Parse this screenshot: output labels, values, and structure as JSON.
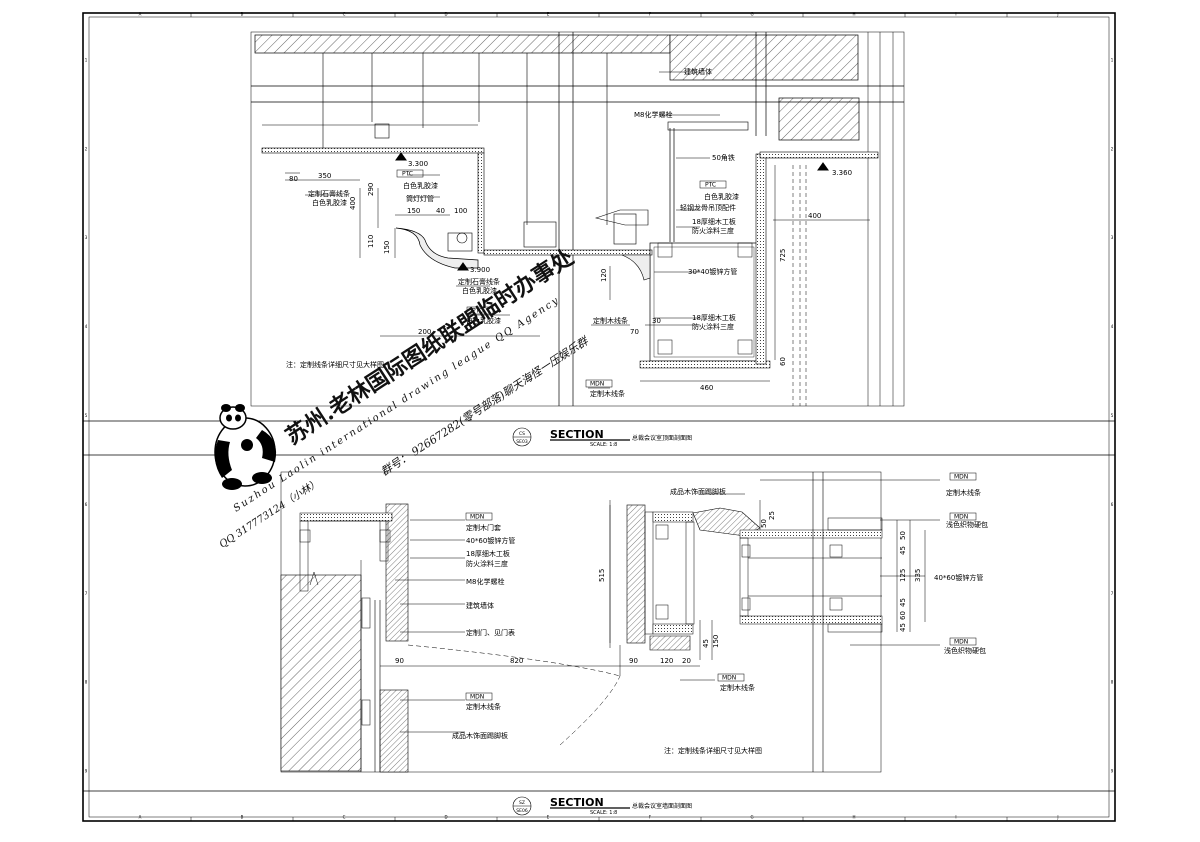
{
  "border": {
    "columns_top": [
      "A",
      "B",
      "C",
      "D",
      "E",
      "F",
      "G",
      "H",
      "I",
      "J"
    ],
    "rows_left": [
      "1",
      "2",
      "3",
      "4",
      "5",
      "6",
      "7",
      "8",
      "9"
    ]
  },
  "section_top": {
    "title": "SECTION",
    "scale": "SCALE: 1:8",
    "name": "总裁会议室顶面剖面图",
    "bubble_top": "CS",
    "bubble_bottom": "SE03",
    "note": "注：定制线条详细尺寸见大样图",
    "labels": {
      "building_wall": "建筑墙体",
      "m8_bolt": "M8化学螺栓",
      "angle_steel": "50角铁",
      "white_latex_1": "白色乳胶漆",
      "light_steel": "轻钢龙骨吊顶配件",
      "board18": "18厚细木工板",
      "fireproof": "防火涂料三度",
      "tube3040": "30*40镀锌方管",
      "wood_line_1": "定制木线条",
      "gypsum_line_1": "定制石膏线条",
      "white_latex_2": "白色乳胶漆",
      "white_latex_3": "白色乳胶漆",
      "down_light": "筒灯灯管",
      "gypsum_line_2": "定制石膏线条",
      "white_latex_4": "白色乳胶漆",
      "white_latex_5": "白色乳胶漆",
      "wood_line_2": "定制木线条",
      "wood_line_3": "定制木线条",
      "board_layer": "18厚细木工板",
      "fireproof_2": "防火涂料三度",
      "tag_ptc": "PTC",
      "tag_mdn": "MDN"
    },
    "levels": {
      "l1": "3.300",
      "l2": "3.900",
      "l3": "3.360"
    },
    "dims": {
      "d350": "350",
      "d80": "80",
      "d400": "400",
      "d290": "290",
      "d150a": "150",
      "d40": "40",
      "d100": "100",
      "d110": "110",
      "d150b": "150",
      "d200": "200",
      "d120": "120",
      "d30": "30",
      "d70": "70",
      "d460": "460",
      "d725": "725",
      "d400b": "400",
      "d60": "60"
    }
  },
  "section_bottom": {
    "title": "SECTION",
    "scale": "SCALE: 1:8",
    "name": "总裁会议室墙面剖面图",
    "bubble_top": "SZ",
    "bubble_bottom": "SE06",
    "note": "注：定制线条详细尺寸见大样图",
    "labels": {
      "wood_door_cover": "定制木门套",
      "tube4060": "40*60镀锌方管",
      "board18": "18厚细木工板",
      "fireproof": "防火涂料三度",
      "m8_bolt": "M8化学螺栓",
      "building_wall": "建筑墙体",
      "door": "定制门、见门表",
      "wood_line_1": "定制木线条",
      "wood_panel": "成品木饰面踢脚板",
      "wood_panel_top": "成品木饰面踢脚板",
      "wood_line_top": "定制木线条",
      "fabric_1": "浅色织物硬包",
      "tube4060_right": "40*60镀锌方管",
      "fabric_2": "浅色织物硬包",
      "wood_line_bottom": "定制木线条"
    },
    "dims": {
      "d90a": "90",
      "d820": "820",
      "d90b": "90",
      "d120": "120",
      "d20": "20",
      "d515": "515",
      "d45a": "45",
      "d150": "150",
      "d50": "50",
      "d25": "25",
      "d50b": "50",
      "d45b": "45",
      "d125": "125",
      "d335": "335",
      "d45c": "45",
      "d60": "60",
      "d45d": "45"
    }
  },
  "watermark": {
    "line1": "苏州.老林国际图纸联盟临时办事处",
    "line2": "Suzhou Laolin international drawing league QQ Agency",
    "line3": "群号：  92667282(零号部落)聊天海怪一压娱乐群",
    "line4": "QQ 317773124（小林）"
  }
}
